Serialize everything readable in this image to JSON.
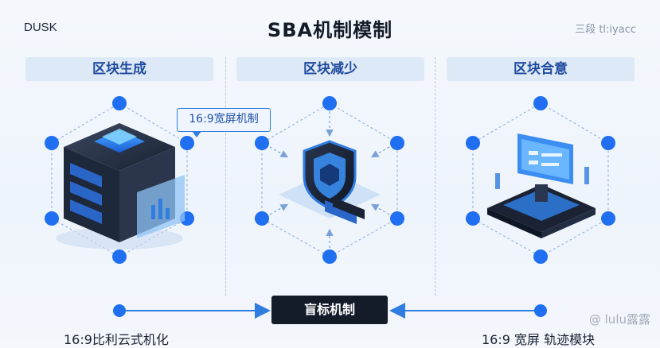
{
  "header": {
    "brand": "DUSK",
    "title": "SBA机制模制",
    "top_right": "三段 tl:iyacc"
  },
  "columns": [
    {
      "label": "区块生成"
    },
    {
      "label": "区块减少"
    },
    {
      "label": "区块合意"
    }
  ],
  "tag": {
    "label": "16:9宽屏机制"
  },
  "center_box": {
    "label": "盲标机制"
  },
  "bottom": {
    "left": "16:9比利云式机化",
    "right": "16:9 宽屏 轨迹模块"
  },
  "watermark": "@ lulu露露",
  "colors": {
    "accent": "#2f7de1",
    "node": "#1f6ff0",
    "dark_box": "#141b29",
    "header_bg": "#dde9f7"
  }
}
